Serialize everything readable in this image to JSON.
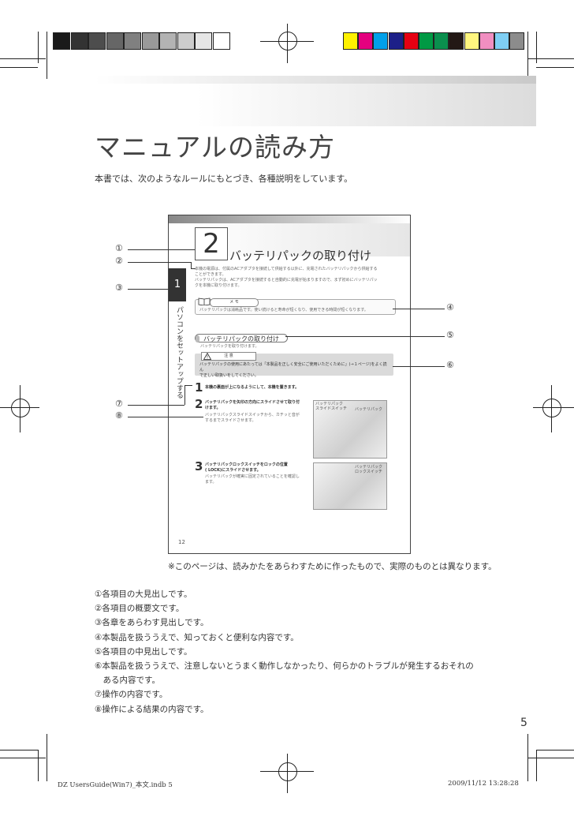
{
  "page_title": "マニュアルの読み方",
  "intro": "本書では、次のようなルールにもとづき、各種説明をしています。",
  "sample": {
    "chapter_number": "2",
    "chapter_title": "バッテリパックの取り付け",
    "side_tab_number": "1",
    "side_text": "パソコンをセットアップする",
    "body_lines": [
      "本機の電源は、付属のACアダプタを接続して供給する以外に、充電されたバッテリパックから供給する",
      "ことができます。",
      "バッテリパックは、ACアダプタを接続すると自動的に充電が始まりますので、まず初めにバッテリパッ",
      "クを本機に取り付けます。"
    ],
    "memo_label": "メ モ",
    "memo_text": "バッテリパックは消耗品です。使い続けると寿命が短くなり、使用できる時間が短くなります。",
    "subheading": "バッテリパックの取り付け",
    "subheading_desc": "バッテリパックを取り付けます。",
    "caution_label": "注 意",
    "caution_lines": [
      "バッテリパックの使用にあたっては「本製品を正しく安全にご使用いただくために」(→１ページ)をよく読ん",
      "で正しい取扱いをしてください。"
    ],
    "step1_num": "1",
    "step1_text": "本機の裏面が上になるようにして、本機を置きます。",
    "step2_num": "2",
    "step2_text_lines": [
      "バッテリパックを矢印の方向にスライドさせて取り付",
      "けます。"
    ],
    "step2_sub_lines": [
      "バッテリパックスライドスイッチから、カチッと音が",
      "するまでスライドさせます。"
    ],
    "photo1_caption_left": [
      "バッテリパック",
      "スライドスイッチ"
    ],
    "photo1_caption_right": "バッテリパック",
    "step3_num": "3",
    "step3_text_lines": [
      "バッテリパックロックスイッチをロックの位置",
      "( LOCK)にスライドさせます。"
    ],
    "step3_sub_lines": [
      "バッテリパックが確実に固定されていることを確認し",
      "ます。"
    ],
    "photo2_caption": [
      "バッテリパック",
      "ロックスイッチ"
    ],
    "page_number": "12"
  },
  "callouts": {
    "c1": "①",
    "c2": "②",
    "c3": "③",
    "c4": "④",
    "c5": "⑤",
    "c6": "⑥",
    "c7": "⑦",
    "c8": "⑧"
  },
  "note": "※このページは、読みかたをあらわすために作ったもので、実際のものとは異なります。",
  "legend": [
    "①各項目の大見出しです。",
    "②各項目の概要文です。",
    "③各章をあらわす見出しです。",
    "④本製品を扱ううえで、知っておくと便利な内容です。",
    "⑤各項目の中見出しです。",
    "⑥本製品を扱ううえで、注意しないとうまく動作しなかったり、何らかのトラブルが発生するおそれの",
    "　ある内容です。",
    "⑦操作の内容です。",
    "⑧操作による結果の内容です。"
  ],
  "page_number": "5",
  "footer_left": "DZ UsersGuide(Win7)_本文.indb   5",
  "footer_right": "2009/11/12   13:28:28",
  "colors": {
    "gray_swatches": [
      "#1a1a1a",
      "#333333",
      "#4d4d4d",
      "#666666",
      "#808080",
      "#999999",
      "#b3b3b3",
      "#cccccc",
      "#e6e6e6",
      "#ffffff"
    ],
    "color_swatches": [
      "#fff100",
      "#e4007f",
      "#00a0e9",
      "#1d2088",
      "#e60012",
      "#009944",
      "#0a8f4e",
      "#231815",
      "#fff67f",
      "#f18fc1",
      "#7fcff4",
      "#8c8c8c"
    ]
  }
}
